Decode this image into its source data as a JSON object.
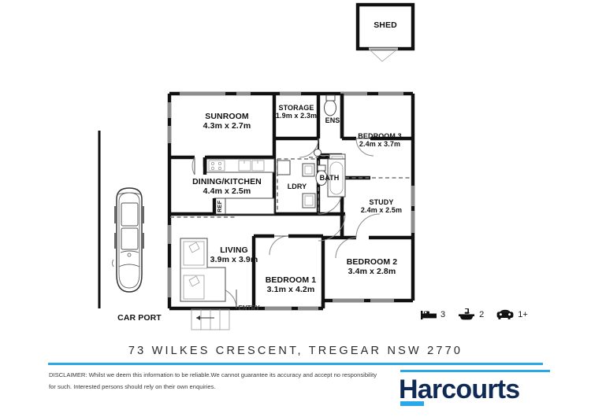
{
  "property": {
    "address": "73 WILKES CRESCENT, TREGEAR NSW 2770"
  },
  "outbuilding": {
    "label": "SHED"
  },
  "rooms": [
    {
      "key": "sunroom",
      "name": "SUNROOM",
      "dimensions": "4.3m x 2.7m"
    },
    {
      "key": "storage",
      "name": "STORAGE",
      "dimensions": "1.9m x 2.3m"
    },
    {
      "key": "ens",
      "name": "ENS",
      "dimensions": ""
    },
    {
      "key": "bedroom3",
      "name": "BEDROOM 3",
      "dimensions": "2.4m x 3.7m"
    },
    {
      "key": "diningkitchen",
      "name": "DINING/KITCHEN",
      "dimensions": "4.4m x 2.5m"
    },
    {
      "key": "ldry",
      "name": "LDRY",
      "dimensions": ""
    },
    {
      "key": "bath",
      "name": "BATH",
      "dimensions": ""
    },
    {
      "key": "study",
      "name": "STUDY",
      "dimensions": "2.4m x 2.5m"
    },
    {
      "key": "living",
      "name": "LIVING",
      "dimensions": "3.9m x 3.9m"
    },
    {
      "key": "bedroom1",
      "name": "BEDROOM 1",
      "dimensions": "3.1m x 4.2m"
    },
    {
      "key": "bedroom2",
      "name": "BEDROOM 2",
      "dimensions": "3.4m x 2.8m"
    },
    {
      "key": "carport",
      "name": "CAR PORT",
      "dimensions": ""
    }
  ],
  "annotations": {
    "entry": "ENTRY",
    "fridge": "REF"
  },
  "features": [
    {
      "icon": "bed-icon",
      "count": "3"
    },
    {
      "icon": "bath-icon",
      "count": "2"
    },
    {
      "icon": "car-icon",
      "count": "1+"
    }
  ],
  "disclaimer": {
    "line1": "DISCLAIMER: Whilst we deem this information to be reliable.We cannot guarantee its accuracy and accept no responsibility",
    "line2": "for such. Interested persons should rely on their own enquiries."
  },
  "branding": {
    "name": "Harcourts",
    "navy": "#102a56",
    "blue": "#2aa8e8"
  }
}
